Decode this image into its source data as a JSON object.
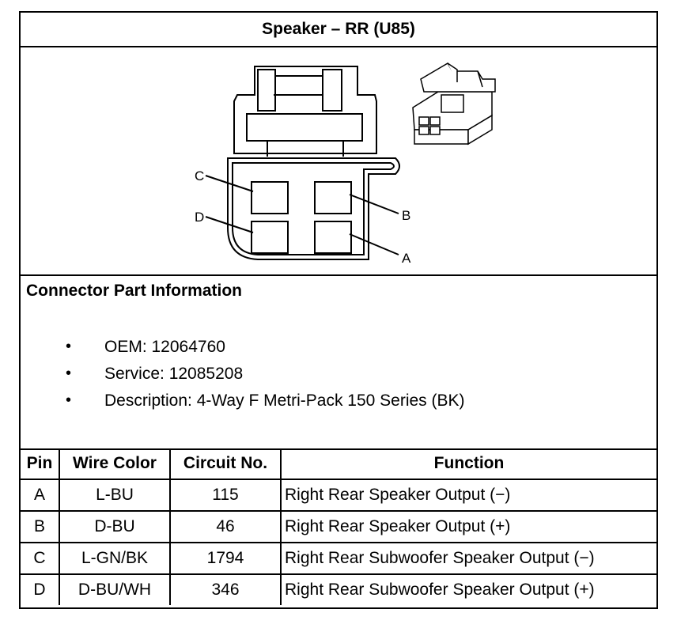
{
  "title": "Speaker – RR (U85)",
  "connector": {
    "pin_labels": {
      "a": "A",
      "b": "B",
      "c": "C",
      "d": "D"
    }
  },
  "part_info": {
    "heading": "Connector Part Information",
    "bullet_glyph": "•",
    "items": [
      "OEM: 12064760",
      "Service: 12085208",
      "Description: 4-Way F Metri-Pack 150 Series (BK)"
    ]
  },
  "table": {
    "headers": [
      "Pin",
      "Wire Color",
      "Circuit No.",
      "Function"
    ],
    "rows": [
      [
        "A",
        "L-BU",
        "115",
        "Right Rear Speaker Output (−)"
      ],
      [
        "B",
        "D-BU",
        "46",
        "Right Rear Speaker Output (+)"
      ],
      [
        "C",
        "L-GN/BK",
        "1794",
        "Right Rear Subwoofer Speaker Output (−)"
      ],
      [
        "D",
        "D-BU/WH",
        "346",
        "Right Rear Subwoofer Speaker Output (+)"
      ]
    ]
  }
}
